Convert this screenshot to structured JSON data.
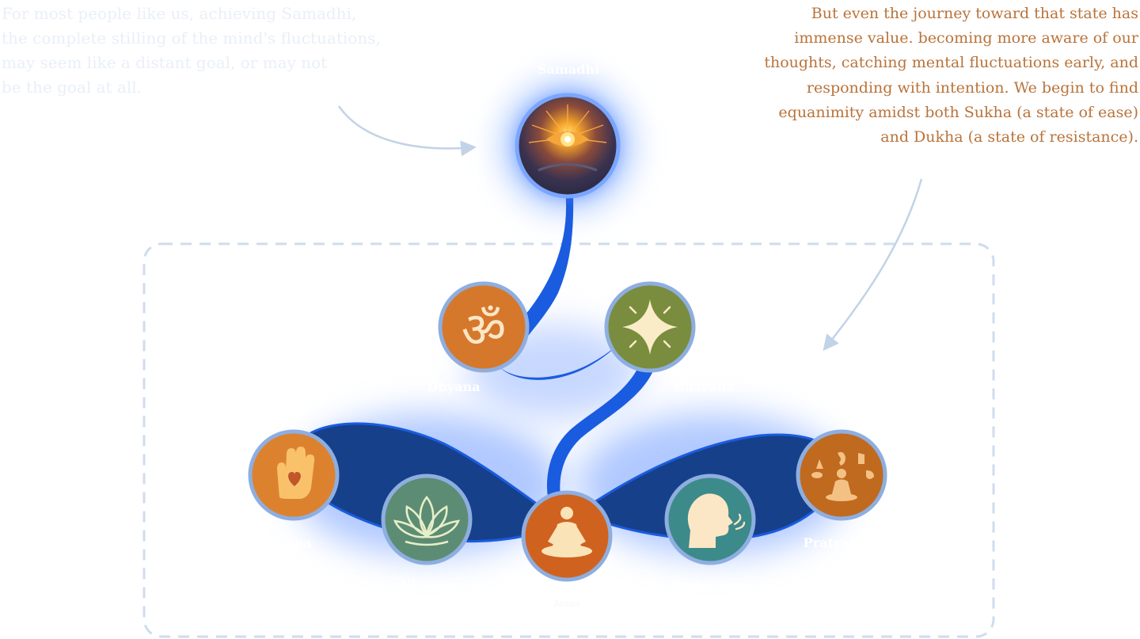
{
  "intro_left": "For most people like us, achieving Samadhi,\nthe complete stilling of the mind's fluctuations,\nmay seem like a distant goal, or may not\nbe the goal at all.",
  "intro_right": "But even the journey toward that state has\nimmense value. becoming more aware of our\nthoughts, catching mental fluctuations early, and\nresponding with intention. We begin to find\nequanimity amidst both Sukha (a state of ease)\nand Dukha (a state of resistance).",
  "nodes": {
    "samadhi": {
      "label": "Samadhi",
      "icon": "third-eye-icon"
    },
    "dhyana": {
      "label": "Dhyana",
      "icon": "om-icon"
    },
    "dharana": {
      "label": "Dharana",
      "icon": "sparkle-icon"
    },
    "yama": {
      "label": "Yama",
      "icon": "hand-heart-icon"
    },
    "niyama": {
      "label": "Niyama",
      "icon": "lotus-icon"
    },
    "asana": {
      "label": "Asana",
      "icon": "meditation-icon"
    },
    "pranayama": {
      "label": "Pranayama",
      "icon": "breath-icon"
    },
    "pratyahara": {
      "label": "Pratyahara",
      "icon": "senses-icon"
    }
  },
  "colors": {
    "left_text": "#e9eff8",
    "right_text": "#b9733a",
    "path_blue": "#1a5ce0",
    "path_dark": "#16408a",
    "dashed_border": "#cfdcee",
    "arrow": "#c2d3e8",
    "ring": "#8eaee0"
  }
}
